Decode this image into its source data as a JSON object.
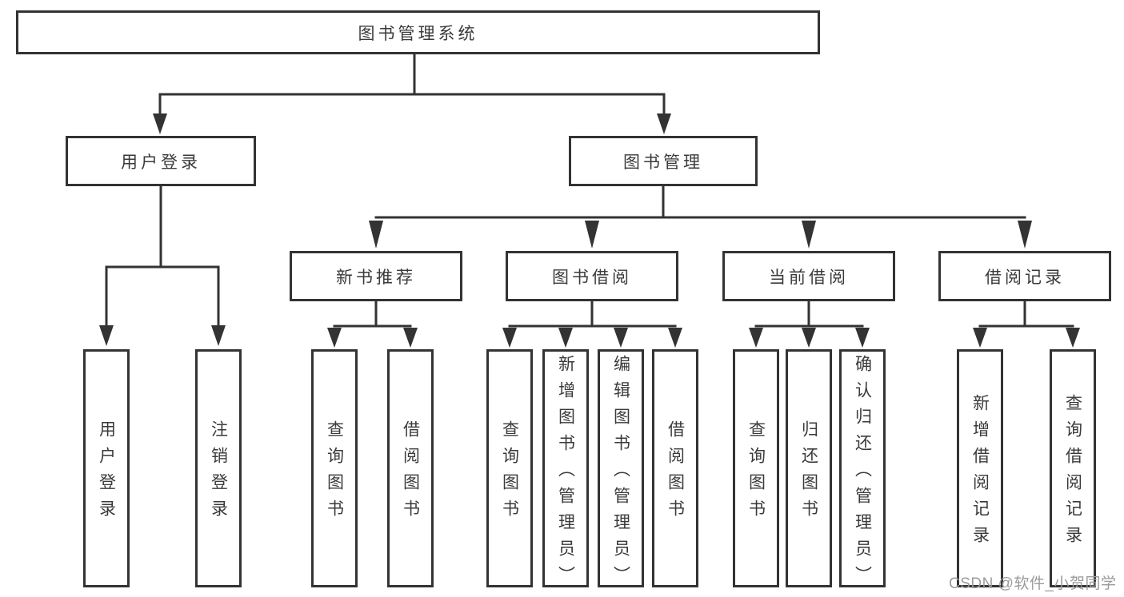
{
  "diagram_type": "hierarchy",
  "tree": {
    "label": "图书管理系统",
    "children": [
      {
        "label": "用户登录",
        "children": [
          {
            "label": "用户登录"
          },
          {
            "label": "注销登录"
          }
        ]
      },
      {
        "label": "图书管理",
        "children": [
          {
            "label": "新书推荐",
            "children": [
              {
                "label": "查询图书"
              },
              {
                "label": "借阅图书"
              }
            ]
          },
          {
            "label": "图书借阅",
            "children": [
              {
                "label": "查询图书"
              },
              {
                "label": "新增图书（管理员）"
              },
              {
                "label": "编辑图书（管理员）"
              },
              {
                "label": "借阅图书"
              }
            ]
          },
          {
            "label": "当前借阅",
            "children": [
              {
                "label": "查询图书"
              },
              {
                "label": "归还图书"
              },
              {
                "label": "确认归还（管理员）"
              }
            ]
          },
          {
            "label": "借阅记录",
            "children": [
              {
                "label": "新增借阅记录"
              },
              {
                "label": "查询借阅记录"
              }
            ]
          }
        ]
      }
    ]
  },
  "watermark": {
    "text": "CSDN @软件_小贺同学"
  },
  "colors": {
    "line": "#333333",
    "text": "#3a3a3a",
    "watermark": "#9b9b9b",
    "background": "#ffffff"
  }
}
